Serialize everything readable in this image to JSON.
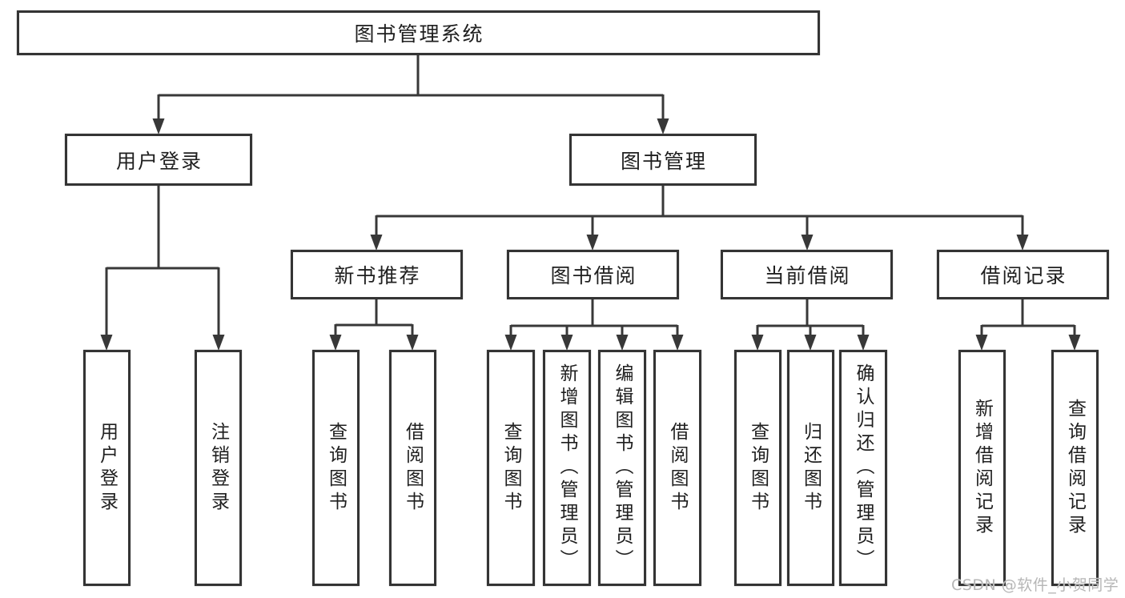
{
  "title": "图书管理系统",
  "watermark": "CSDN @软件_小贺同学",
  "colors": {
    "line": "#383838",
    "box_border": "#343434",
    "box_background": "#ffffff",
    "text": "#1f1f1f",
    "watermark_text": "#b6b6b6"
  },
  "nodes": {
    "root": {
      "label": "图书管理系统"
    },
    "level2": [
      {
        "label": "用户登录",
        "parent": "图书管理系统"
      },
      {
        "label": "图书管理",
        "parent": "图书管理系统"
      }
    ],
    "level3": [
      {
        "label": "新书推荐",
        "parent": "图书管理"
      },
      {
        "label": "图书借阅",
        "parent": "图书管理"
      },
      {
        "label": "当前借阅",
        "parent": "图书管理"
      },
      {
        "label": "借阅记录",
        "parent": "图书管理"
      }
    ],
    "leaves": [
      {
        "label": "用户登录",
        "parent": "用户登录"
      },
      {
        "label": "注销登录",
        "parent": "用户登录"
      },
      {
        "label": "查询图书",
        "parent": "新书推荐"
      },
      {
        "label": "借阅图书",
        "parent": "新书推荐"
      },
      {
        "label": "查询图书",
        "parent": "图书借阅"
      },
      {
        "label": "新增图书（管理员）",
        "parent": "图书借阅"
      },
      {
        "label": "编辑图书（管理员）",
        "parent": "图书借阅"
      },
      {
        "label": "借阅图书",
        "parent": "图书借阅"
      },
      {
        "label": "查询图书",
        "parent": "当前借阅"
      },
      {
        "label": "归还图书",
        "parent": "当前借阅"
      },
      {
        "label": "确认归还（管理员）",
        "parent": "当前借阅"
      },
      {
        "label": "新增借阅记录",
        "parent": "借阅记录"
      },
      {
        "label": "查询借阅记录",
        "parent": "借阅记录"
      }
    ]
  }
}
